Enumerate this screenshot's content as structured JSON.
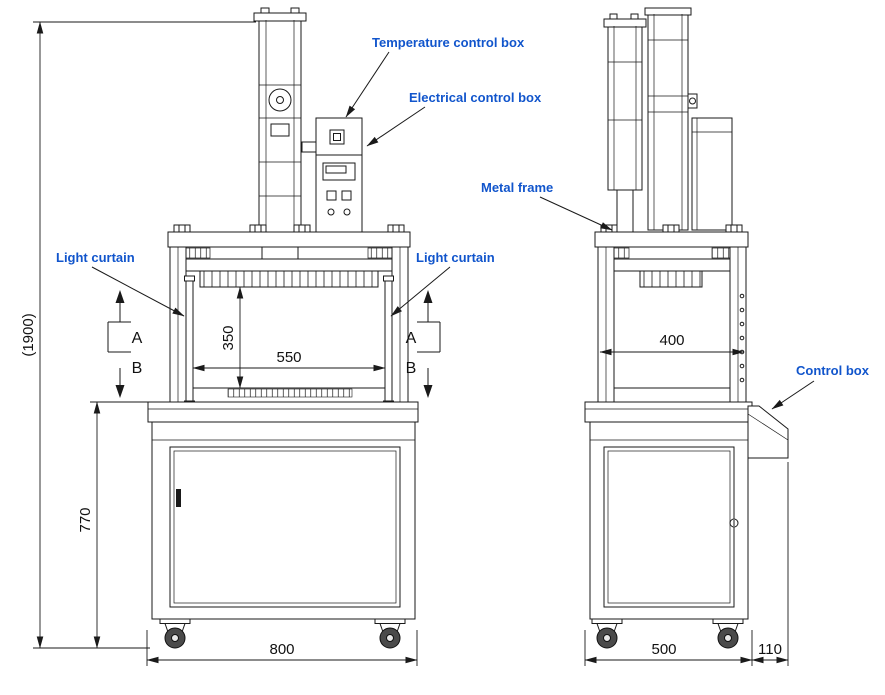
{
  "callouts": {
    "temperature_control_box": "Temperature control box",
    "electrical_control_box": "Electrical control box",
    "metal_frame": "Metal frame",
    "light_curtain_left": "Light curtain",
    "light_curtain_right": "Light curtain",
    "control_box": "Control box"
  },
  "dimensions": {
    "overall_height": "(1900)",
    "stand_height": "770",
    "daylight_opening": "350",
    "opening_width": "550",
    "front_base_width": "800",
    "side_opening_width": "400",
    "side_base_width": "500",
    "control_box_overhang": "110"
  },
  "section_markers": {
    "a_label": "A",
    "b_label": "B"
  },
  "colors": {
    "callout_blue": "#1155CC",
    "line_color": "#1a1a1a",
    "background": "#ffffff"
  }
}
